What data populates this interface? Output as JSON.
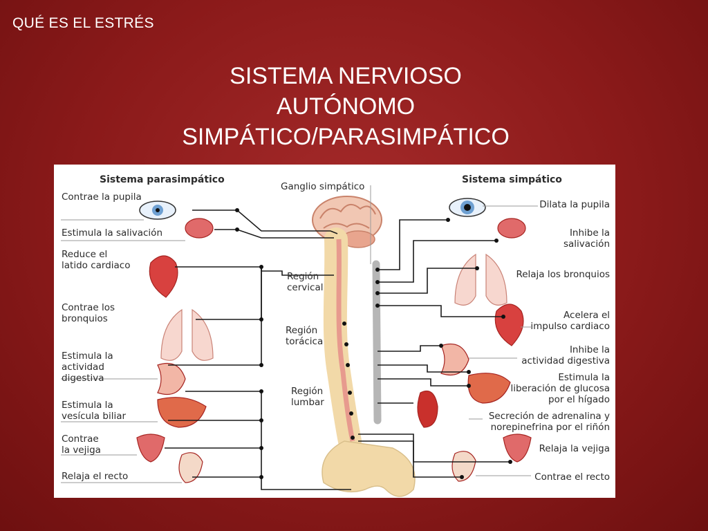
{
  "section_label": "QUÉ ES EL ESTRÉS",
  "title": {
    "line1": "SISTEMA NERVIOSO",
    "line2": "AUTÓNOMO",
    "line3": "SIMPÁTICO/PARASIMPÁTICO"
  },
  "diagram": {
    "headers": {
      "parasympathetic": "Sistema parasimpático",
      "ganglion": "Ganglio simpático",
      "sympathetic": "Sistema simpático"
    },
    "regions": {
      "cervical": "Región\ncervical",
      "thoracic": "Región\ntorácica",
      "lumbar": "Región\nlumbar"
    },
    "parasympathetic_effects": [
      "Contrae la pupila",
      "Estimula la salivación",
      "Reduce el\nlatido cardiaco",
      "Contrae los\nbronquios",
      "Estimula la\nactividad\ndigestiva",
      "Estimula la\nvesícula biliar",
      "Contrae\nla vejiga",
      "Relaja el recto"
    ],
    "sympathetic_effects": [
      "Dilata la pupila",
      "Inhibe la\nsalivación",
      "Relaja los bronquios",
      "Acelera el\nimpulso cardiaco",
      "Inhibe la\nactividad digestiva",
      "Estimula la\nliberación de glucosa\npor el hígado",
      "Secreción de adrenalina y\nnorepinefrina por el riñón",
      "Relaja la vejiga",
      "Contrae el recto"
    ]
  }
}
